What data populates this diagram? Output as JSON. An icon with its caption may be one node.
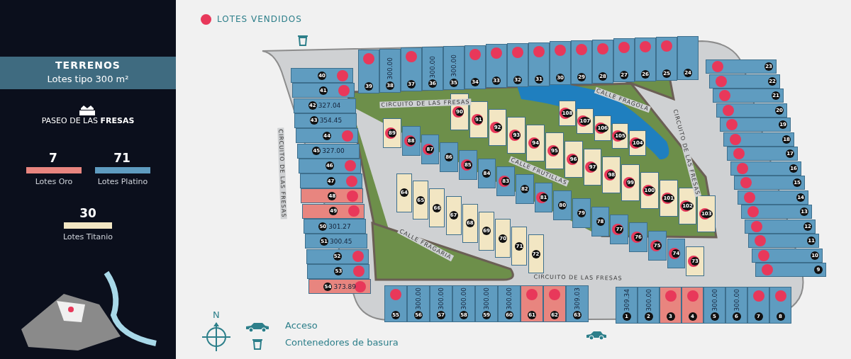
{
  "diagram": {
    "title": "TERRENOS",
    "nodes": [
      {
        "text": [
          "1",
          "309.34"
        ]
      },
      {
        "text": [
          "2",
          "300.00"
        ]
      },
      {
        "text": [
          "3"
        ]
      },
      {
        "text": [
          "4"
        ]
      },
      {
        "text": [
          "5",
          "300.00"
        ]
      },
      {
        "text": [
          "6",
          "300.00"
        ]
      },
      {
        "text": [
          "7"
        ]
      },
      {
        "text": [
          "8"
        ]
      },
      {
        "text": [
          "9"
        ]
      },
      {
        "text": [
          "10"
        ]
      },
      {
        "text": [
          "11"
        ]
      },
      {
        "text": [
          "12"
        ]
      },
      {
        "text": [
          "13"
        ]
      },
      {
        "text": [
          "14"
        ]
      },
      {
        "text": [
          "15"
        ]
      },
      {
        "text": [
          "16"
        ]
      },
      {
        "text": [
          "17"
        ]
      },
      {
        "text": [
          "18"
        ]
      },
      {
        "text": [
          "19"
        ]
      },
      {
        "text": [
          "20"
        ]
      },
      {
        "text": [
          "21"
        ]
      },
      {
        "text": [
          "22"
        ]
      },
      {
        "text": [
          "23"
        ]
      },
      {
        "text": [
          "24"
        ]
      },
      {
        "text": [
          "25"
        ]
      },
      {
        "text": [
          "26"
        ]
      },
      {
        "text": [
          "27"
        ]
      },
      {
        "text": [
          "28"
        ]
      },
      {
        "text": [
          "29"
        ]
      },
      {
        "text": [
          "30"
        ]
      },
      {
        "text": [
          "31"
        ]
      },
      {
        "text": [
          "32"
        ]
      },
      {
        "text": [
          "33"
        ]
      },
      {
        "text": [
          "34"
        ]
      },
      {
        "text": [
          "35",
          "300.00"
        ]
      },
      {
        "text": [
          "36",
          "300.00"
        ]
      },
      {
        "text": [
          "37"
        ]
      },
      {
        "text": [
          "38",
          "300.00"
        ]
      },
      {
        "text": [
          "39"
        ]
      },
      {
        "text": [
          "40"
        ]
      },
      {
        "text": [
          "41"
        ]
      },
      {
        "text": [
          "42",
          "327.04"
        ]
      },
      {
        "text": [
          "43",
          "354.45"
        ]
      },
      {
        "text": [
          "44"
        ]
      },
      {
        "text": [
          "45",
          "327.00"
        ]
      },
      {
        "text": [
          "46"
        ]
      },
      {
        "text": [
          "47"
        ]
      },
      {
        "text": [
          "48"
        ]
      },
      {
        "text": [
          "49"
        ]
      },
      {
        "text": [
          "50",
          "301.27"
        ]
      },
      {
        "text": [
          "51",
          "300.45"
        ]
      },
      {
        "text": [
          "52"
        ]
      },
      {
        "text": [
          "53"
        ]
      },
      {
        "text": [
          "54",
          "373.89"
        ]
      },
      {
        "text": [
          "55"
        ]
      },
      {
        "text": [
          "56",
          "300.00"
        ]
      },
      {
        "text": [
          "57",
          "300.00"
        ]
      },
      {
        "text": [
          "58",
          "300.00"
        ]
      },
      {
        "text": [
          "59",
          "300.00"
        ]
      },
      {
        "text": [
          "60",
          "300.00"
        ]
      },
      {
        "text": [
          "61"
        ]
      },
      {
        "text": [
          "62"
        ]
      },
      {
        "text": [
          "63",
          "309.03"
        ]
      },
      {
        "text": [
          "64"
        ]
      },
      {
        "text": [
          "65"
        ]
      },
      {
        "text": [
          "66"
        ]
      },
      {
        "text": [
          "67"
        ]
      },
      {
        "text": [
          "68"
        ]
      },
      {
        "text": [
          "69"
        ]
      },
      {
        "text": [
          "70"
        ]
      },
      {
        "text": [
          "71"
        ]
      },
      {
        "text": [
          "72"
        ]
      },
      {
        "text": [
          "73"
        ]
      },
      {
        "text": [
          "74"
        ]
      },
      {
        "text": [
          "75"
        ]
      },
      {
        "text": [
          "76"
        ]
      },
      {
        "text": [
          "77"
        ]
      },
      {
        "text": [
          "78"
        ]
      },
      {
        "text": [
          "79"
        ]
      },
      {
        "text": [
          "80"
        ]
      },
      {
        "text": [
          "81"
        ]
      },
      {
        "text": [
          "82"
        ]
      },
      {
        "text": [
          "83"
        ]
      },
      {
        "text": [
          "84"
        ]
      },
      {
        "text": [
          "85"
        ]
      },
      {
        "text": [
          "86"
        ]
      },
      {
        "text": [
          "87"
        ]
      },
      {
        "text": [
          "88"
        ]
      },
      {
        "text": [
          "89"
        ]
      },
      {
        "text": [
          "90"
        ]
      },
      {
        "text": [
          "91"
        ]
      },
      {
        "text": [
          "92"
        ]
      },
      {
        "text": [
          "93"
        ]
      },
      {
        "text": [
          "94"
        ]
      },
      {
        "text": [
          "95"
        ]
      },
      {
        "text": [
          "96"
        ]
      },
      {
        "text": [
          "97"
        ]
      },
      {
        "text": [
          "98"
        ]
      },
      {
        "text": [
          "99"
        ]
      },
      {
        "text": [
          "100"
        ]
      },
      {
        "text": [
          "101"
        ]
      },
      {
        "text": [
          "102"
        ]
      },
      {
        "text": [
          "103"
        ]
      },
      {
        "text": [
          "104"
        ]
      },
      {
        "text": [
          "105"
        ]
      },
      {
        "text": [
          "106"
        ]
      },
      {
        "text": [
          "107"
        ]
      },
      {
        "text": [
          "108"
        ]
      }
    ],
    "labels": [
      "Lotes tipo 300 m²",
      "PASEO DE LAS **FRESAS**",
      "7",
      "71",
      "30",
      "CIRCUITO DE LAS FRESAS",
      "CALLE FRAGOLA",
      "CIRCUITO DE LAS FRESAS",
      "CIRCUITO DE LAS FRESAS",
      "CALLE FRUTILLAS",
      "CALLE FRAGARIA",
      "CIRCUITO DE LAS FRESAS",
      "N"
    ],
    "legend": [
      {
        "text": "LOTES VENDIDOS",
        "color": "#e8385a"
      },
      {
        "text": "Lotes Oro",
        "color": "#e8857f"
      },
      {
        "text": "Lotes Platino",
        "color": "#5f9cc0"
      },
      {
        "text": "Lotes Titanio",
        "color": "#f2e6c3"
      },
      {
        "text": "Acceso"
      },
      {
        "text": "Contenedores de basura"
      }
    ]
  }
}
